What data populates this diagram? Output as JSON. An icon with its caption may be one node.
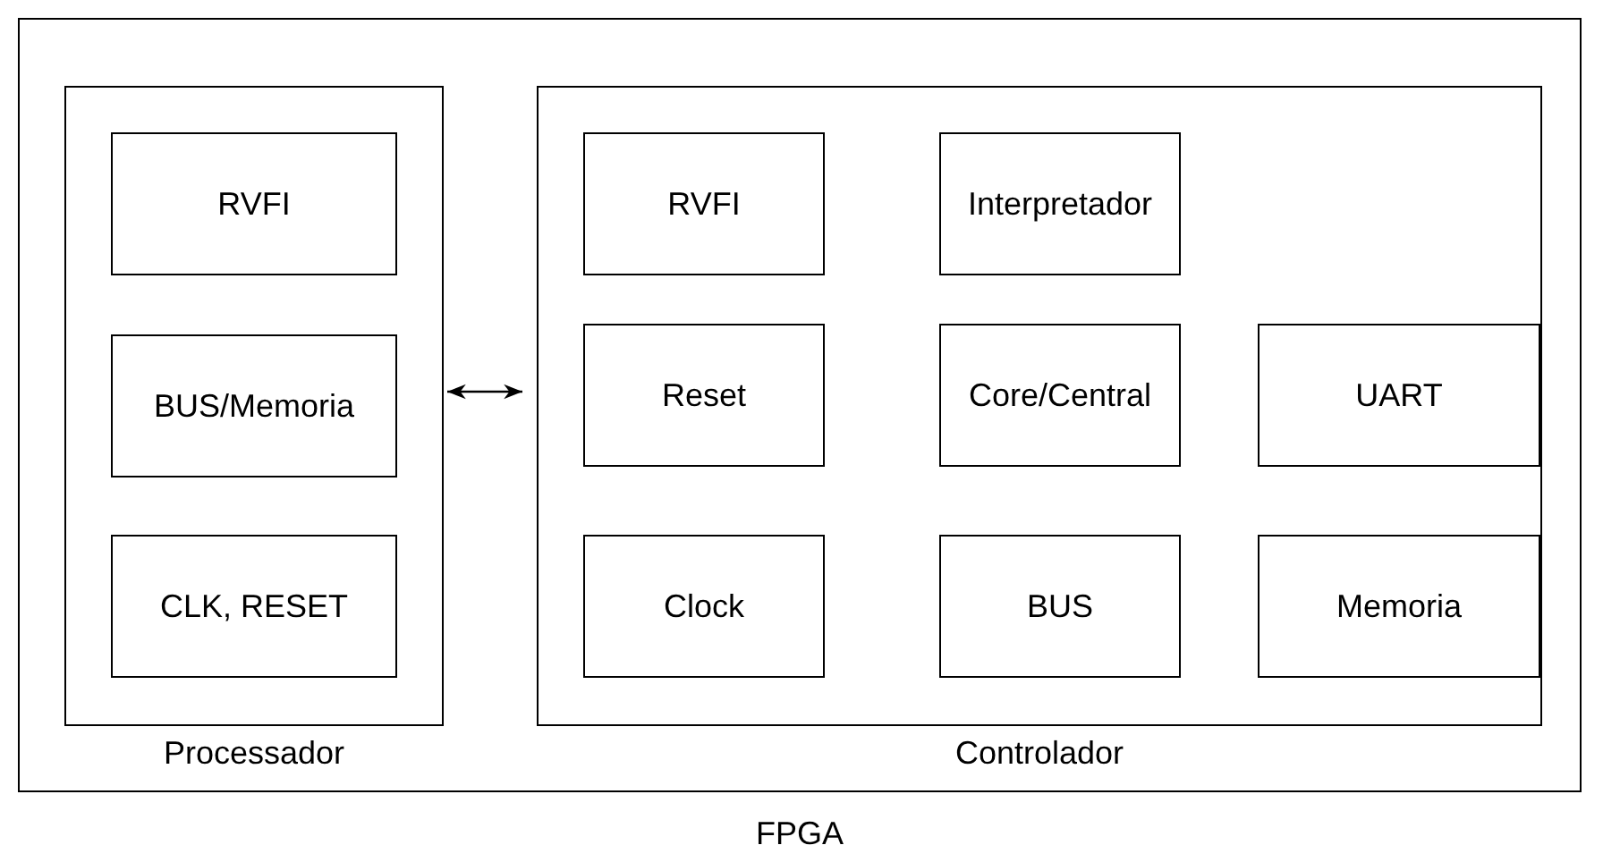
{
  "diagram": {
    "nodes": [
      {
        "text": [
          "FPGA"
        ]
      },
      {
        "text": [
          "Processador"
        ],
        "in": 0
      },
      {
        "text": [
          "RVFI"
        ],
        "in": 1
      },
      {
        "text": [
          "BUS/Memoria"
        ],
        "in": 1
      },
      {
        "text": [
          "CLK, RESET"
        ],
        "in": 1
      },
      {
        "text": [
          "Controlador"
        ],
        "in": 0
      },
      {
        "text": [
          "RVFI"
        ],
        "in": 5
      },
      {
        "text": [
          "Interpretador"
        ],
        "in": 5
      },
      {
        "text": [
          "Reset"
        ],
        "in": 5
      },
      {
        "text": [
          "Core/Central"
        ],
        "in": 5
      },
      {
        "text": [
          "UART"
        ],
        "in": 5
      },
      {
        "text": [
          "Clock"
        ],
        "in": 5
      },
      {
        "text": [
          "BUS"
        ],
        "in": 5
      },
      {
        "text": [
          "Memoria"
        ],
        "in": 5
      }
    ],
    "edges": [
      {
        "from": 1,
        "to": 5,
        "arrow": "both"
      }
    ]
  }
}
